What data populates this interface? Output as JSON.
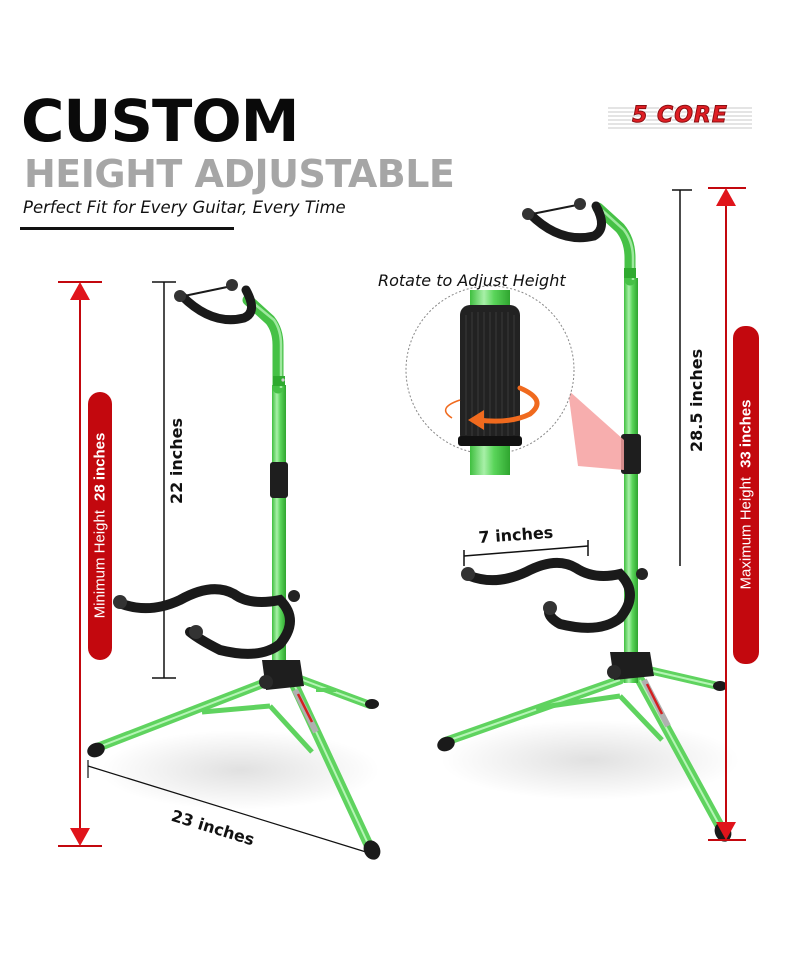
{
  "header": {
    "title": "CUSTOM",
    "subtitle": "HEIGHT ADJUSTABLE",
    "tagline": "Perfect Fit for Every Guitar, Every Time"
  },
  "brand": {
    "logo_text": "5 CORE"
  },
  "callout": {
    "label": "Rotate to Adjust Height",
    "icon": "rotate-knob-icon"
  },
  "left_stand": {
    "height_pill_label": "Minimum Height",
    "height_pill_value": "28 inches",
    "neck_height": "22 inches",
    "base_width": "23 inches"
  },
  "right_stand": {
    "height_pill_label": "Maximum Height",
    "height_pill_value": "33 inches",
    "neck_height": "28.5 inches",
    "cradle_width": "7 inches"
  },
  "colors": {
    "stand_green": "#5fd35f",
    "stand_green_dark": "#2eaa2e",
    "foam_black": "#1a1a1a",
    "dimension_red": "#c3080e",
    "arrow_red": "#e0141b",
    "title_gray": "#a6a6a6",
    "rotate_orange": "#f06a1e",
    "callout_cone": "#f6a0a0"
  }
}
